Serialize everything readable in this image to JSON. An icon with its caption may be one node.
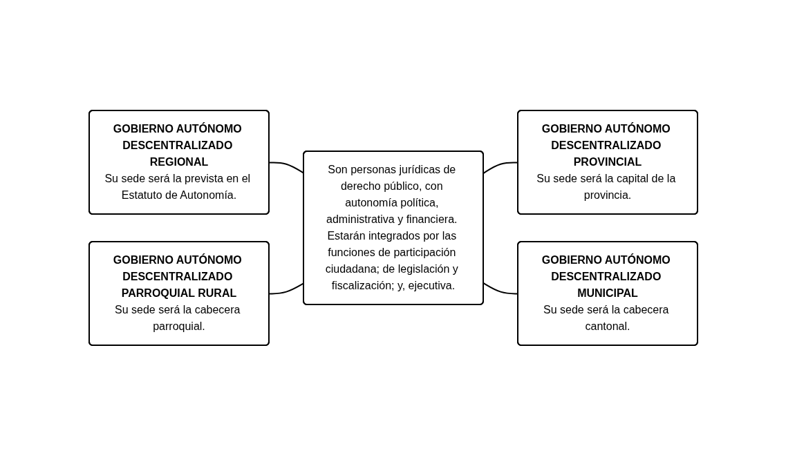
{
  "diagram": {
    "nodes": [
      {
        "text": [
          "GOBIERNO AUTÓNOMO DESCENTRALIZADO REGIONAL",
          "Su sede será la prevista en el Estatuto de Autonomía."
        ]
      },
      {
        "text": [
          "GOBIERNO AUTÓNOMO DESCENTRALIZADO PARROQUIAL RURAL",
          "Su sede será la cabecera parroquial."
        ]
      },
      {
        "text": [
          "Son personas jurídicas de derecho público, con autonomía política, administrativa y financiera. Estarán integrados por las funciones de participación ciudadana; de legislación y fiscalización; y, ejecutiva."
        ]
      },
      {
        "text": [
          "GOBIERNO AUTÓNOMO DESCENTRALIZADO PROVINCIAL",
          "Su sede será la capital de la provincia."
        ]
      },
      {
        "text": [
          "GOBIERNO AUTÓNOMO DESCENTRALIZADO MUNICIPAL",
          "Su sede será la cabecera cantonal."
        ]
      }
    ],
    "edges": [
      {
        "from": 0,
        "to": 2,
        "arrow": "none"
      },
      {
        "from": 1,
        "to": 2,
        "arrow": "none"
      },
      {
        "from": 2,
        "to": 3,
        "arrow": "none"
      },
      {
        "from": 2,
        "to": 4,
        "arrow": "none"
      }
    ]
  }
}
